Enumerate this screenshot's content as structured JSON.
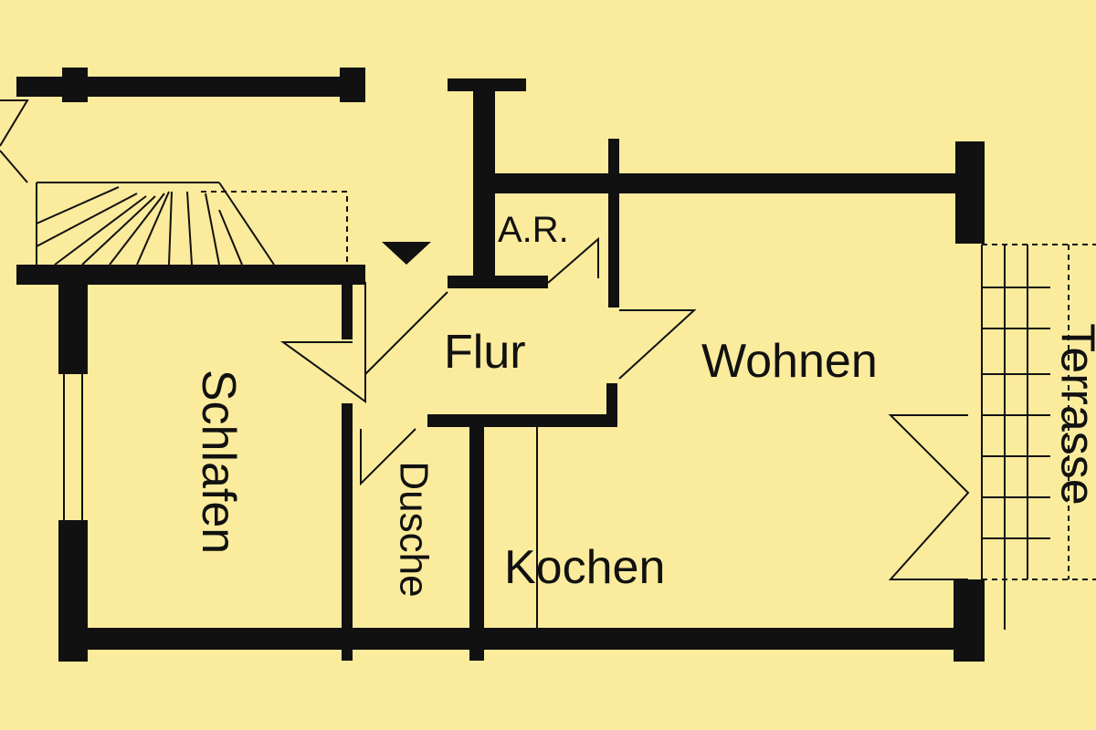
{
  "plan": {
    "rooms": {
      "schlafen": "Schlafen",
      "flur": "Flur",
      "wohnen": "Wohnen",
      "abstellraum": "A.R.",
      "dusche": "Dusche",
      "kochen": "Kochen",
      "terrasse": "Terrasse"
    },
    "colors": {
      "background": "#fbeb9c",
      "walls": "#111111"
    }
  }
}
